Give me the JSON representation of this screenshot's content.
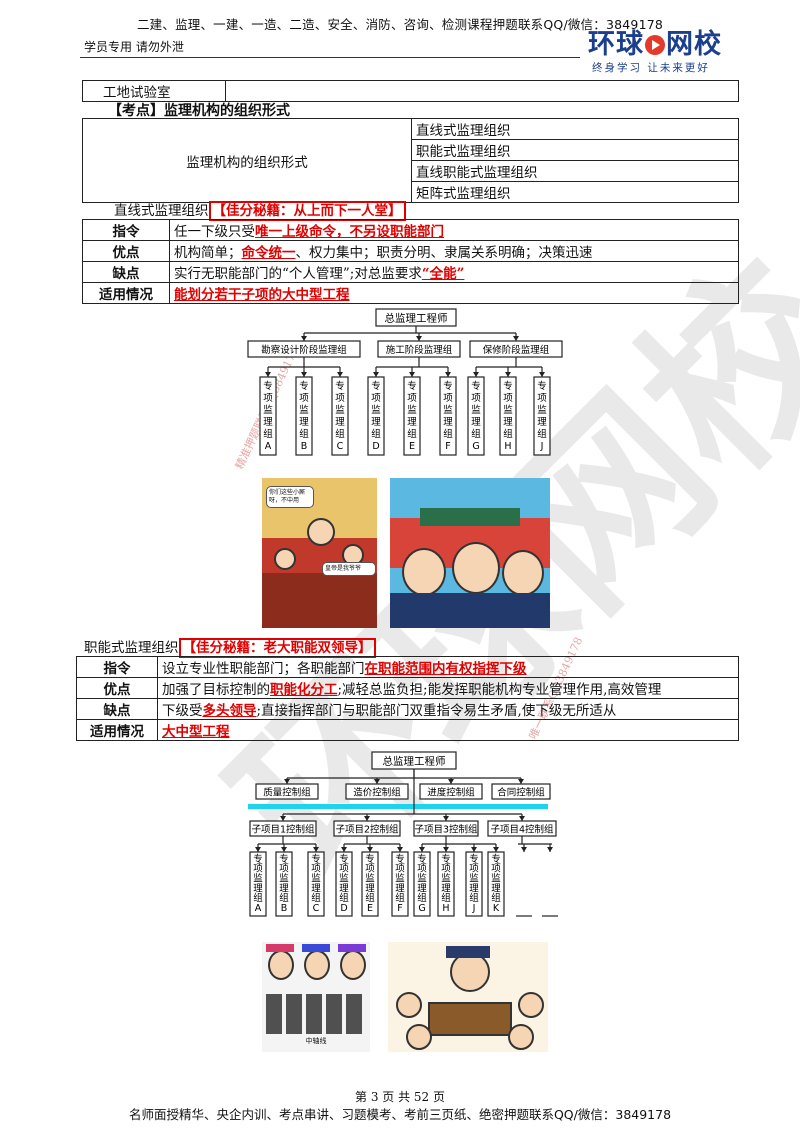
{
  "header": {
    "top_line": "二建、监理、一建、一造、二造、安全、消防、咨询、检测课程押题联系QQ/微信：3849178",
    "left_text": "学员专用 请勿外泄",
    "logo_main_a": "环球",
    "logo_main_b": "网校",
    "logo_sub": "终身学习 让未来更好"
  },
  "top_row": "工地试验室",
  "section_title": "【考点】监理机构的组织形式",
  "forms_table": {
    "left": "监理机构的组织形式",
    "items": [
      "直线式监理组织",
      "职能式监理组织",
      "直线职能式监理组织",
      "矩阵式监理组织"
    ]
  },
  "linear": {
    "heading": "直线式监理组织",
    "tip": "【佳分秘籍：从上而下一人堂】",
    "rows": [
      {
        "label": "指令",
        "plain_a": "任一下级只受",
        "red_a": "唯一上级命令，不另设职能部门",
        "plain_b": "",
        "red_b": "",
        "plain_c": ""
      },
      {
        "label": "优点",
        "plain_a": "机构简单；",
        "red_a": "命令统一",
        "plain_b": "、权力集中；职责分明、隶属关系明确；决策迅速",
        "red_b": "",
        "plain_c": ""
      },
      {
        "label": "缺点",
        "plain_a": "实行无职能部门的“个人管理”;对总监要求",
        "red_a": "“全能”",
        "plain_b": "",
        "red_b": "",
        "plain_c": ""
      },
      {
        "label": "适用情况",
        "plain_a": "",
        "red_a": "能划分若干子项的大中型工程",
        "plain_b": "",
        "red_b": "",
        "plain_c": ""
      }
    ],
    "chart": {
      "root": "总监理工程师",
      "groups": [
        "勘察设计阶段监理组",
        "施工阶段监理组",
        "保修阶段监理组"
      ],
      "leaves": [
        "专项监理组A",
        "专项监理组B",
        "专项监理组C",
        "专项监理组D",
        "专项监理组E",
        "专项监理组F",
        "专项监理组G",
        "专项监理组H",
        "专项监理组J"
      ]
    },
    "cartoon_texts": [
      "你们这些小厮呀，不中用",
      "皇帝是我爷爷"
    ]
  },
  "functional": {
    "heading": "职能式监理组织",
    "tip": "【佳分秘籍：老大职能双领导】",
    "rows": [
      {
        "label": "指令",
        "plain_a": "设立专业性职能部门；各职能部门",
        "red_a": "在职能范围内有权指挥下级",
        "plain_b": ""
      },
      {
        "label": "优点",
        "plain_a": "加强了目标控制的",
        "red_a": "职能化分工",
        "plain_b": ";减轻总监负担;能发挥职能机构专业管理作用,高效管理"
      },
      {
        "label": "缺点",
        "plain_a": "下级受",
        "red_a": "多头领导",
        "plain_b": ";直接指挥部门与职能部门双重指令易生矛盾,使下级无所适从"
      },
      {
        "label": "适用情况",
        "plain_a": "",
        "red_a": "大中型工程",
        "plain_b": ""
      }
    ],
    "chart": {
      "root": "总监理工程师",
      "functions": [
        "质量控制组",
        "造价控制组",
        "进度控制组",
        "合同控制组"
      ],
      "subprojects": [
        "子项目1控制组",
        "子项目2控制组",
        "子项目3控制组",
        "子项目4控制组"
      ],
      "leaves": [
        "专项监理组A",
        "专项监理组B",
        "专项监理组C",
        "专项监理组D",
        "专项监理组E",
        "专项监理组F",
        "专项监理组G",
        "专项监理组H",
        "专项监理组J",
        "专项监理组K"
      ]
    },
    "cartoon_caption": "中轴线"
  },
  "watermark": {
    "big": "环球网校",
    "small_1": "精准押题联系QQ3849178",
    "small_2": "唯一联系QQ3849178"
  },
  "footer": {
    "page": "第 3 页 共 52 页",
    "line": "名师面授精华、央企内训、考点串讲、习题模考、考前三页纸、绝密押题联系QQ/微信：3849178"
  },
  "colors": {
    "accent_red": "#e00000",
    "logo_blue": "#1b3e8d",
    "cyan_bar": "#1ed3f0"
  }
}
